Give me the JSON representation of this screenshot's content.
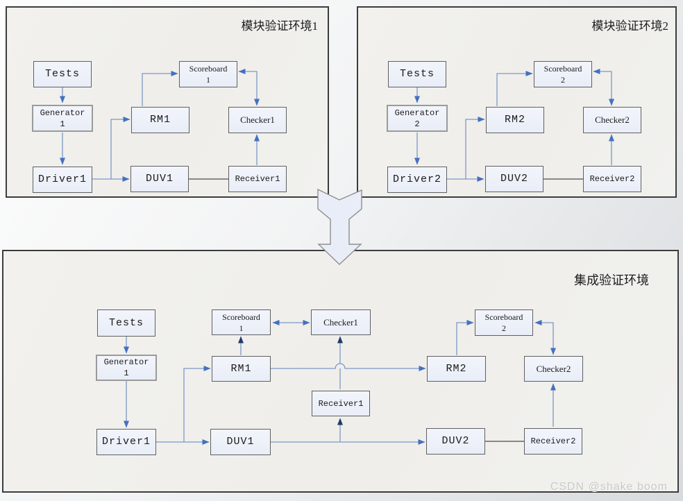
{
  "panels": [
    {
      "title": "模块验证环境1",
      "nodes": {
        "tests": {
          "label": "Tests"
        },
        "generator": {
          "label": "Generator",
          "label2": "1"
        },
        "driver": {
          "label": "Driver1"
        },
        "rm": {
          "label": "RM1"
        },
        "duv": {
          "label": "DUV1"
        },
        "scoreboard": {
          "label": "Scoreboard",
          "label2": "1"
        },
        "checker": {
          "label": "Checker1"
        },
        "receiver": {
          "label": "Receiver1"
        }
      }
    },
    {
      "title": "模块验证环境2",
      "nodes": {
        "tests": {
          "label": "Tests"
        },
        "generator": {
          "label": "Generator",
          "label2": "2"
        },
        "driver": {
          "label": "Driver2"
        },
        "rm": {
          "label": "RM2"
        },
        "duv": {
          "label": "DUV2"
        },
        "scoreboard": {
          "label": "Scoreboard",
          "label2": "2"
        },
        "checker": {
          "label": "Checker2"
        },
        "receiver": {
          "label": "Receiver2"
        }
      }
    },
    {
      "title": "集成验证环境",
      "nodes": {
        "tests": {
          "label": "Tests"
        },
        "generator1": {
          "label": "Generator",
          "label2": "1"
        },
        "driver1": {
          "label": "Driver1"
        },
        "rm1": {
          "label": "RM1"
        },
        "duv1": {
          "label": "DUV1"
        },
        "scoreboard1": {
          "label": "Scoreboard",
          "label2": "1"
        },
        "checker1": {
          "label": "Checker1"
        },
        "receiver1": {
          "label": "Receiver1"
        },
        "rm2": {
          "label": "RM2"
        },
        "duv2": {
          "label": "DUV2"
        },
        "scoreboard2": {
          "label": "Scoreboard",
          "label2": "2"
        },
        "checker2": {
          "label": "Checker2"
        },
        "receiver2": {
          "label": "Receiver2"
        }
      }
    }
  ],
  "watermark": "CSDN @shake boom",
  "colors": {
    "line": "#7d97c6",
    "arrow_blue": "#4470c2",
    "arrow_navy": "#1f3b67",
    "plain_line": "#4a4a4a",
    "box_fill": "#edf1f9",
    "panel_border": "#3c3c3c",
    "merge_arrow_fill": "#e9edf8"
  }
}
